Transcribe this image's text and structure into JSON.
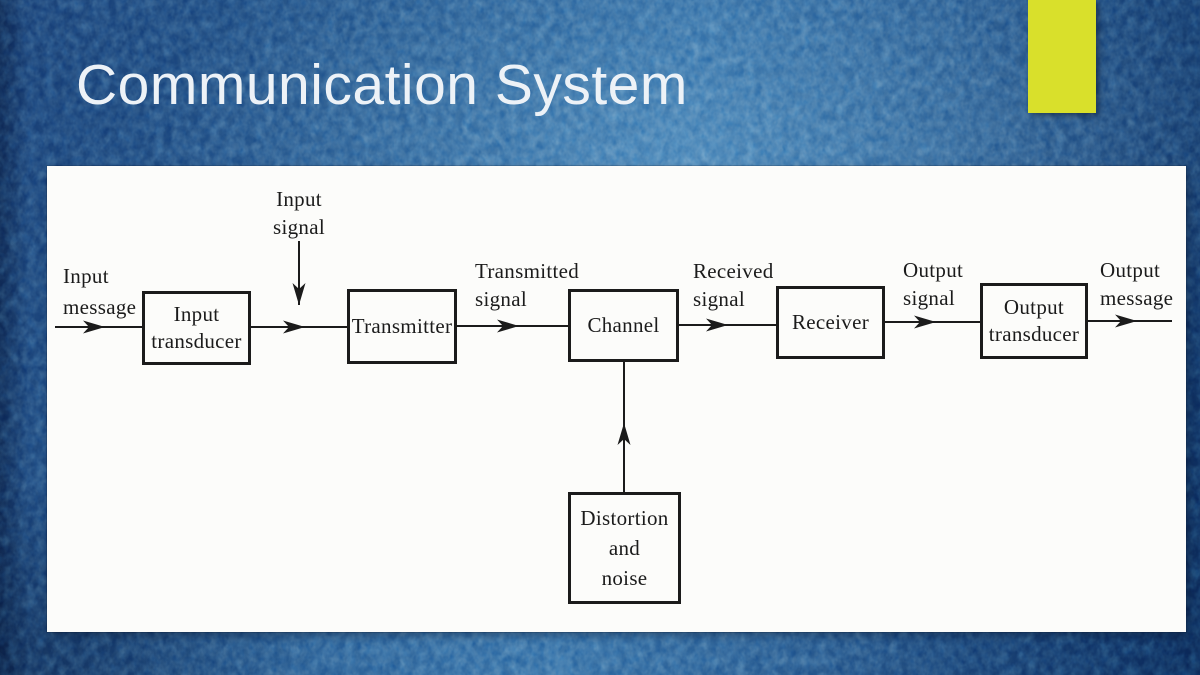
{
  "slide": {
    "title": "Communication System"
  },
  "colors": {
    "accent": "#d9e02b",
    "ink": "#1b1b1b",
    "panel": "#fcfcfa",
    "title": "#edf2f7",
    "bg_mid": "#2b5f93",
    "bg_dark": "#0e2c5a"
  },
  "diagram": {
    "blocks": [
      {
        "name": "input-transducer",
        "lines": [
          "Input",
          "transducer"
        ]
      },
      {
        "name": "transmitter",
        "lines": [
          "Transmitter"
        ]
      },
      {
        "name": "channel",
        "lines": [
          "Channel"
        ]
      },
      {
        "name": "receiver",
        "lines": [
          "Receiver"
        ]
      },
      {
        "name": "output-transducer",
        "lines": [
          "Output",
          "transducer"
        ]
      },
      {
        "name": "distortion-noise",
        "lines": [
          "Distortion",
          "and",
          "noise"
        ]
      }
    ],
    "labels": [
      {
        "name": "input-message",
        "lines": [
          "Input",
          "message"
        ]
      },
      {
        "name": "input-signal",
        "lines": [
          "Input",
          "signal"
        ]
      },
      {
        "name": "transmitted-signal",
        "lines": [
          "Transmitted",
          "signal"
        ]
      },
      {
        "name": "received-signal",
        "lines": [
          "Received",
          "signal"
        ]
      },
      {
        "name": "output-signal",
        "lines": [
          "Output",
          "signal"
        ]
      },
      {
        "name": "output-message",
        "lines": [
          "Output",
          "message"
        ]
      }
    ]
  }
}
